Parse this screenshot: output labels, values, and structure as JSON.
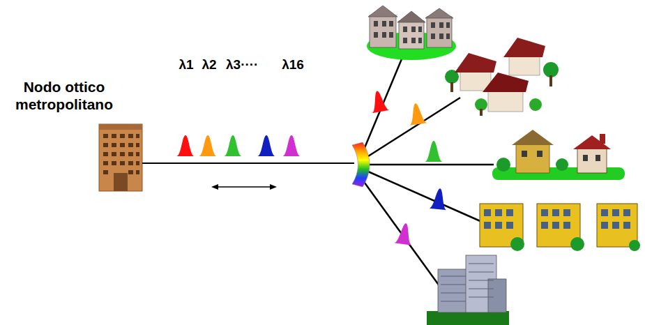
{
  "diagram": {
    "labels": [
      "Nodo ottico metropolitano",
      "λ1",
      "λ2",
      "λ3····",
      "λ16"
    ]
  }
}
